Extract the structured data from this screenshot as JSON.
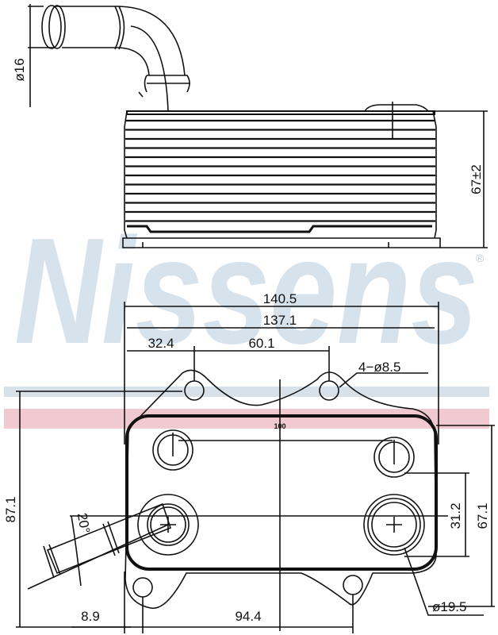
{
  "watermark": {
    "brand": "Nissens",
    "registered_mark": "®",
    "colors": {
      "logo": "#c9d9e6",
      "blue_band": "#d6e1ea",
      "red_band": "#f1c9d0"
    }
  },
  "top_view": {
    "pipe_diameter": "ø16",
    "height": "67±2"
  },
  "bottom_view": {
    "overall_width": "140.5",
    "plate_width": "137.1",
    "hole_offset": "32.4",
    "hole_spacing_top": "60.1",
    "mounting_holes": "4−ø8.5",
    "center_mark": "100",
    "overall_height": "87.1",
    "pipe_angle": "20°",
    "port_spacing": "31.2",
    "plate_height": "67.1",
    "edge_offset": "8.9",
    "hole_spacing_bottom": "94.4",
    "port_diameter": "ø19.5"
  }
}
